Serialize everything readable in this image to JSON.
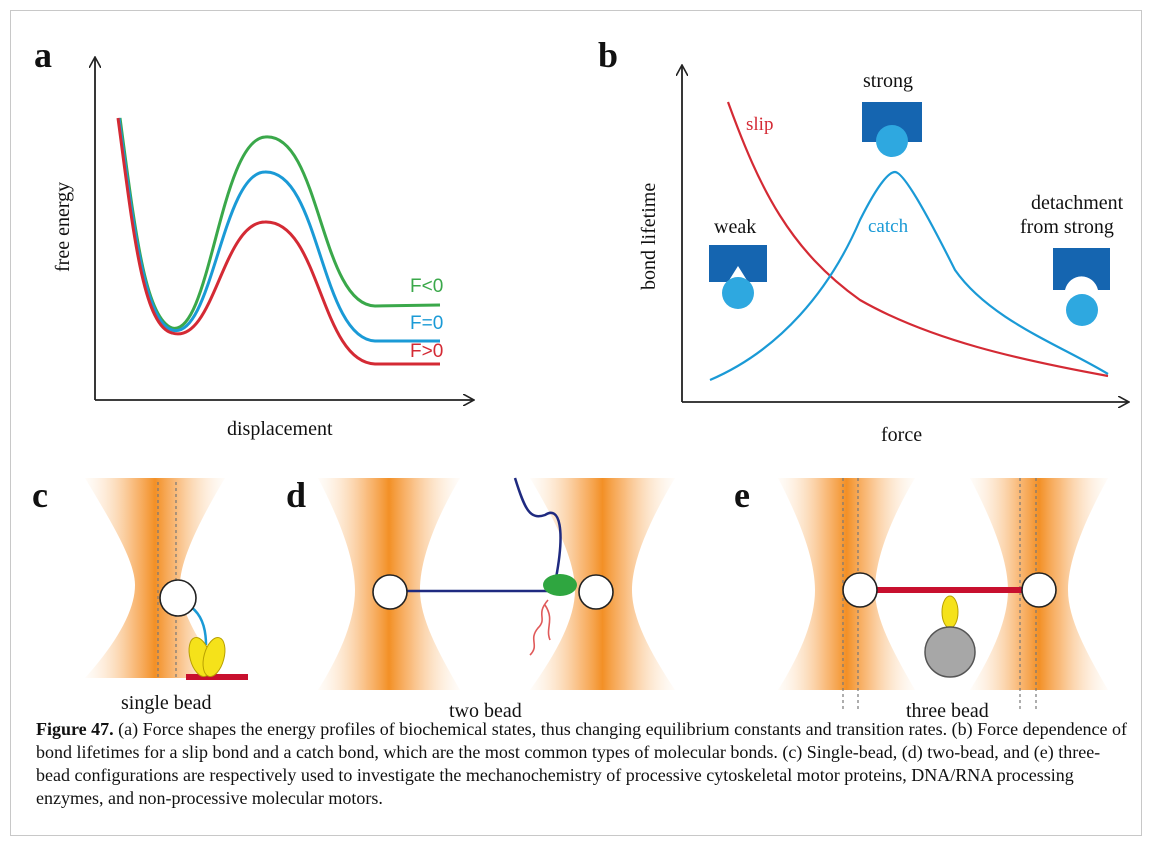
{
  "panels": {
    "a": {
      "letter": "a",
      "xlabel": "displacement",
      "ylabel": "free energy",
      "curves": [
        {
          "label": "F<0",
          "color": "#3aa84a"
        },
        {
          "label": "F=0",
          "color": "#1a9ad6"
        },
        {
          "label": "F>0",
          "color": "#d42a34"
        }
      ]
    },
    "b": {
      "letter": "b",
      "xlabel": "force",
      "ylabel": "bond lifetime",
      "slip_label": "slip",
      "catch_label": "catch",
      "strong_label": "strong",
      "weak_label": "weak",
      "detach_line1": "detachment",
      "detach_line2": "from strong",
      "colors": {
        "slip": "#d42a34",
        "catch": "#1a9ad6",
        "clamp": "#1565b0",
        "bead": "#2ea8e0"
      }
    },
    "c": {
      "letter": "c",
      "label": "single bead"
    },
    "d": {
      "letter": "d",
      "label": "two bead"
    },
    "e": {
      "letter": "e",
      "label": "three bead"
    }
  },
  "caption": {
    "bold": "Figure 47.",
    "text": " (a) Force shapes the energy profiles of biochemical states, thus changing equilibrium constants and transition rates. (b) Force dependence of bond lifetimes for a slip bond and a catch bond, which are the most common types of molecular bonds. (c) Single-bead, (d) two-bead, and (e) three-bead configurations are respectively used to investigate the mechanochemistry of processive cytoskeletal motor proteins, DNA/RNA processing enzymes, and non-processive molecular motors."
  }
}
